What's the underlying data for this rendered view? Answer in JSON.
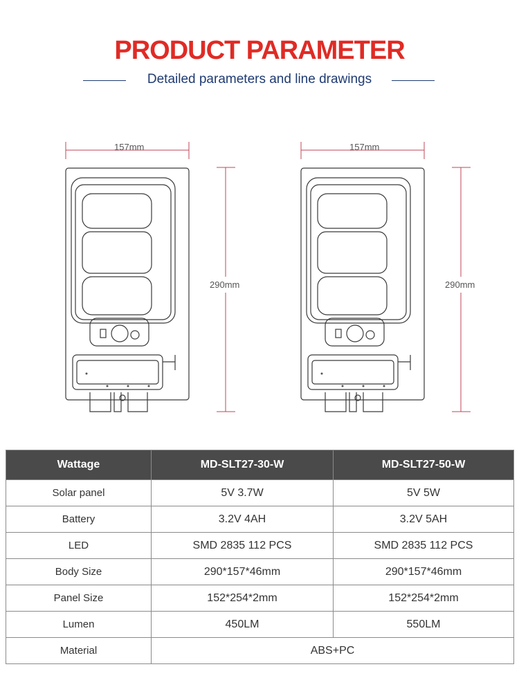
{
  "header": {
    "title": "PRODUCT PARAMETER",
    "subtitle": "Detailed parameters and line drawings"
  },
  "drawings": [
    {
      "width_label": "157mm",
      "height_label": "290mm"
    },
    {
      "width_label": "157mm",
      "height_label": "290mm"
    }
  ],
  "colors": {
    "title": "#e02b25",
    "subtitle": "#1f3b73",
    "dimension_line": "#c0465a",
    "table_header": "#4a4a4a"
  },
  "table": {
    "headers": [
      "Wattage",
      "MD-SLT27-30-W",
      "MD-SLT27-50-W"
    ],
    "rows": [
      [
        "Solar panel",
        "5V 3.7W",
        "5V 5W"
      ],
      [
        "Battery",
        "3.2V 4AH",
        "3.2V 5AH"
      ],
      [
        "LED",
        "SMD 2835 112 PCS",
        "SMD 2835 112 PCS"
      ],
      [
        "Body Size",
        "290*157*46mm",
        "290*157*46mm"
      ],
      [
        "Panel Size",
        "152*254*2mm",
        "152*254*2mm"
      ],
      [
        "Lumen",
        "450LM",
        "550LM"
      ]
    ],
    "material_label": "Material",
    "material_value": "ABS+PC"
  }
}
